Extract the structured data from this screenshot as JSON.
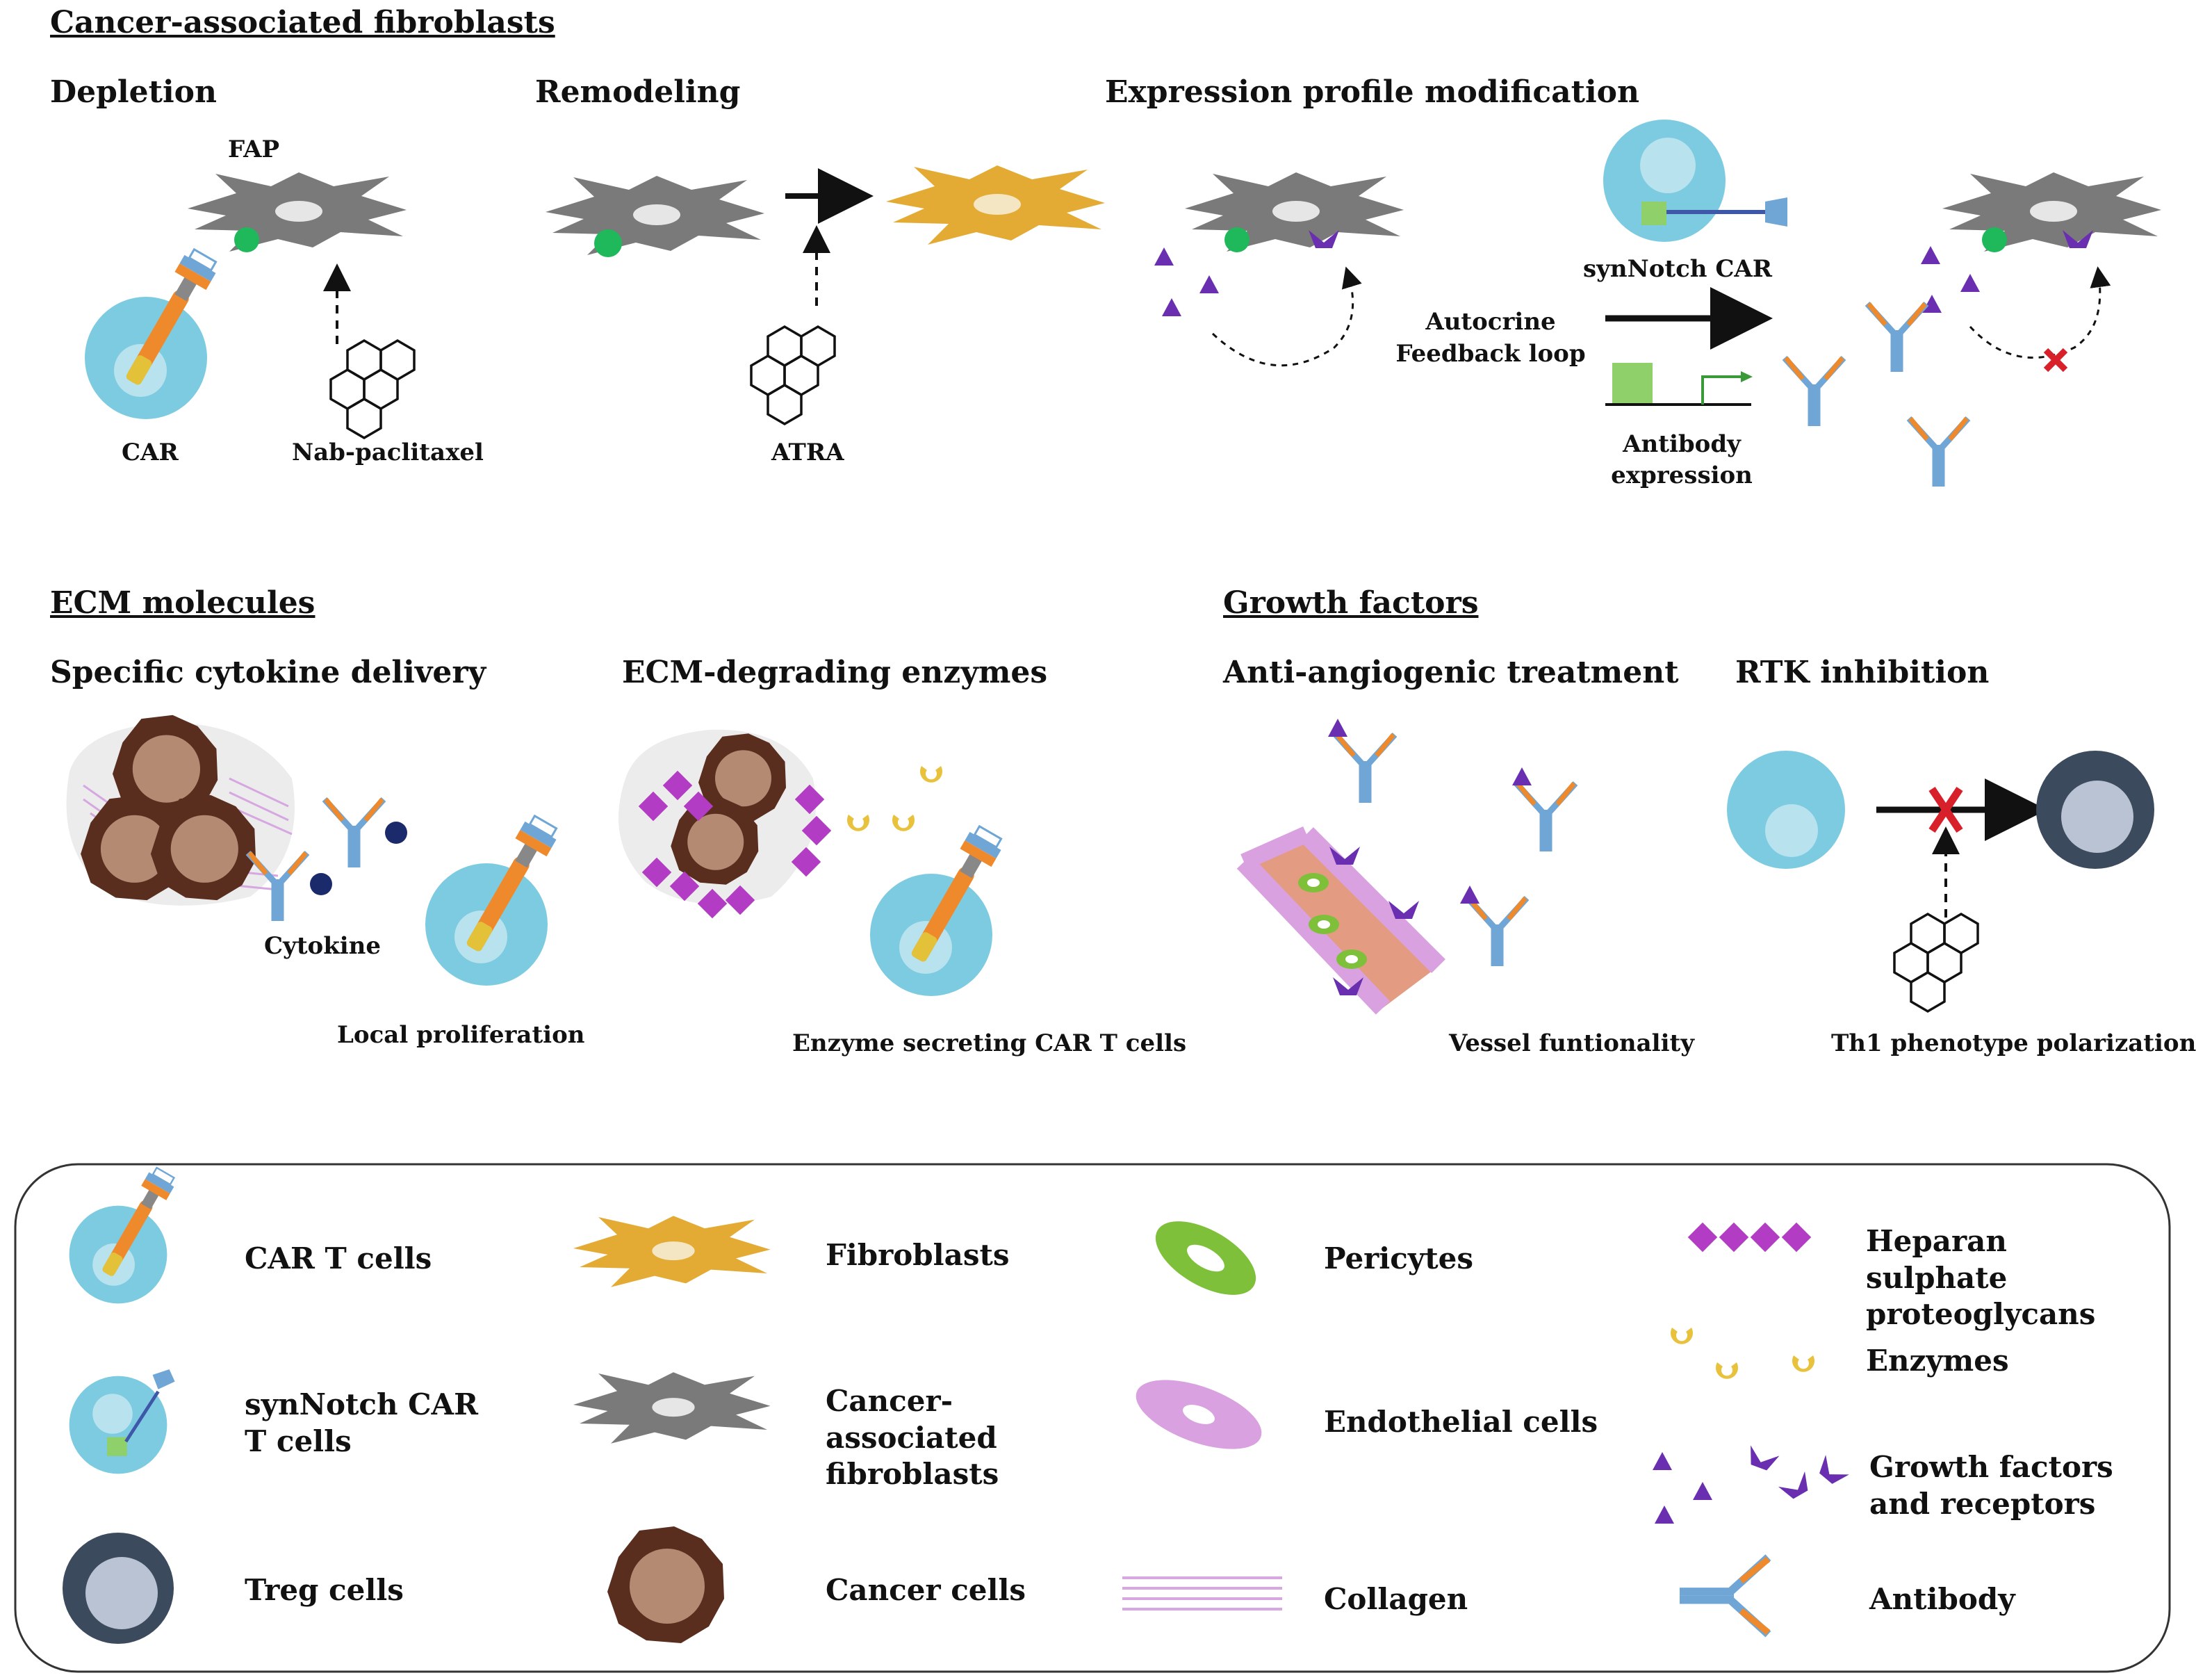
{
  "colors": {
    "car_cell": "#7ccbe0",
    "car_nucleus": "#b7e2ee",
    "caf": "#7a7a7a",
    "fibroblast": "#e3ab34",
    "fap": "#1fb85a",
    "growth_factor": "#6a2fb0",
    "antibody_blue": "#6fa6d6",
    "antibody_orange": "#ef8a2c",
    "cancer_cell": "#5a2e1e",
    "cancer_nucleus": "#b58a72",
    "heparan": "#b33cc4",
    "enzyme": "#e8c23d",
    "pericyte": "#7fc03a",
    "endothelial": "#d9a1df",
    "treg": "#3c4a5e",
    "inhibit_x": "#d8202a"
  },
  "sections": {
    "caf": {
      "title": "Cancer-associated fibroblasts",
      "depletion": {
        "title": "Depletion",
        "fap": "FAP",
        "car": "CAR",
        "drug": "Nab-paclitaxel"
      },
      "remodeling": {
        "title": "Remodeling",
        "drug": "ATRA"
      },
      "expression": {
        "title": "Expression profile modification",
        "loop_line1": "Autocrine",
        "loop_line2": "Feedback loop",
        "synnotch": "synNotch CAR",
        "antibody_line1": "Antibody",
        "antibody_line2": "expression"
      }
    },
    "ecm": {
      "title": "ECM molecules",
      "cytokine": {
        "title": "Specific cytokine delivery",
        "cytokine_label": "Cytokine",
        "proliferation": "Local proliferation"
      },
      "enzymes": {
        "title": "ECM-degrading enzymes",
        "label": "Enzyme secreting CAR T cells"
      }
    },
    "growth": {
      "title": "Growth factors",
      "angio": {
        "title": "Anti-angiogenic treatment",
        "label": "Vessel funtionality"
      },
      "rtk": {
        "title": "RTK inhibition",
        "label": "Th1 phenotype polarization"
      }
    }
  },
  "legend": {
    "car_t": "CAR T cells",
    "synnotch": "synNotch CAR T cells",
    "treg": "Treg cells",
    "fibroblasts": "Fibroblasts",
    "caf": "Cancer-associated fibroblasts",
    "cancer": "Cancer cells",
    "pericytes": "Pericytes",
    "endothelial": "Endothelial cells",
    "collagen": "Collagen",
    "heparan": "Heparan sulphate proteoglycans",
    "enzymes": "Enzymes",
    "growth": "Growth factors and receptors",
    "antibody": "Antibody"
  }
}
